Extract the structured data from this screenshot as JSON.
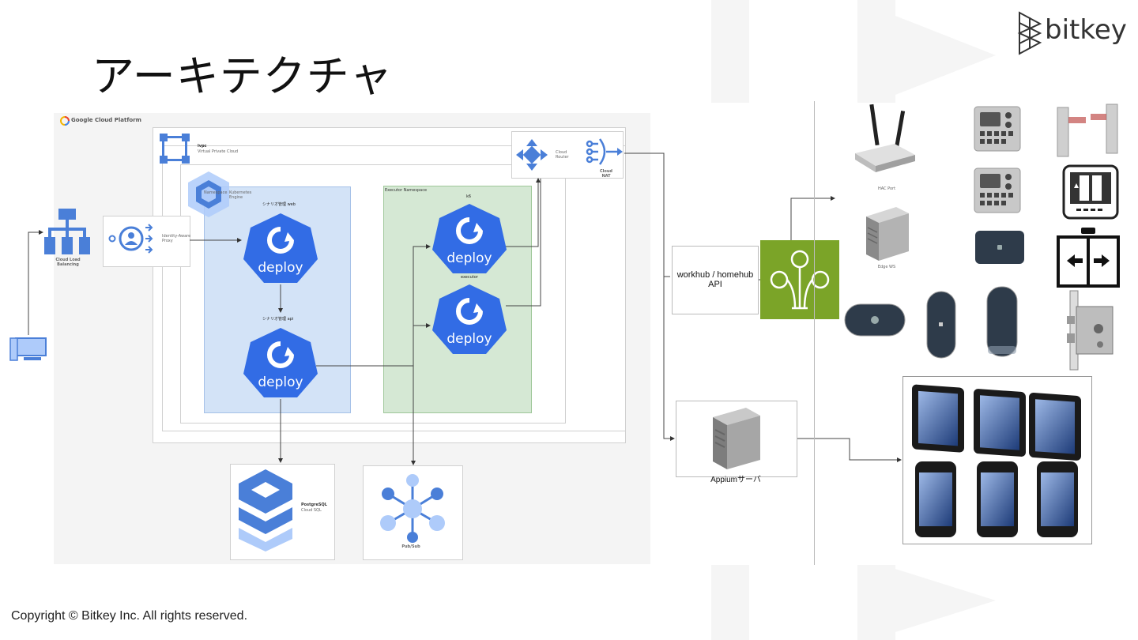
{
  "slide": {
    "title": "アーキテクチャ",
    "logo_text": "bitkey",
    "copyright": "Copyright © Bitkey Inc. All rights reserved."
  },
  "gcp": {
    "platform": "Google Cloud Platform",
    "vpc_title": "lvpc",
    "vpc_subtitle": "Virtual Private Cloud",
    "kubernetes_label": "Kubernetes Engine",
    "kube_namespace": "Namespace",
    "executor_namespace": "Executor Namespace",
    "cloud_router": "Cloud Router",
    "cloud_nat": "Cloud NAT",
    "load_balancing": "Cloud Load Balancing",
    "iap": "Identity-Aware Proxy",
    "postgres_title": "PostgreSQL",
    "postgres_sub": "Cloud SQL",
    "pubsub": "Pub/Sub",
    "deploy_web_label": "シナリオ管理 web",
    "deploy_api_label": "シナリオ管理 api",
    "deploy_k6_label": "k6",
    "deploy_executor_label": "executor",
    "deploy_text": "deploy"
  },
  "right": {
    "api_box": "workhub / homehub API",
    "appium": "Appiumサーバ",
    "hac_port": "HAC Port",
    "edge_ws": "Edge WS"
  },
  "colors": {
    "k8s_blue": "#326ce5",
    "namespace_blue": "#d3e3f7",
    "executor_green": "#d5e8d4",
    "workhub_green": "#7ba428",
    "gcp_blue": "#4a7fd8"
  }
}
